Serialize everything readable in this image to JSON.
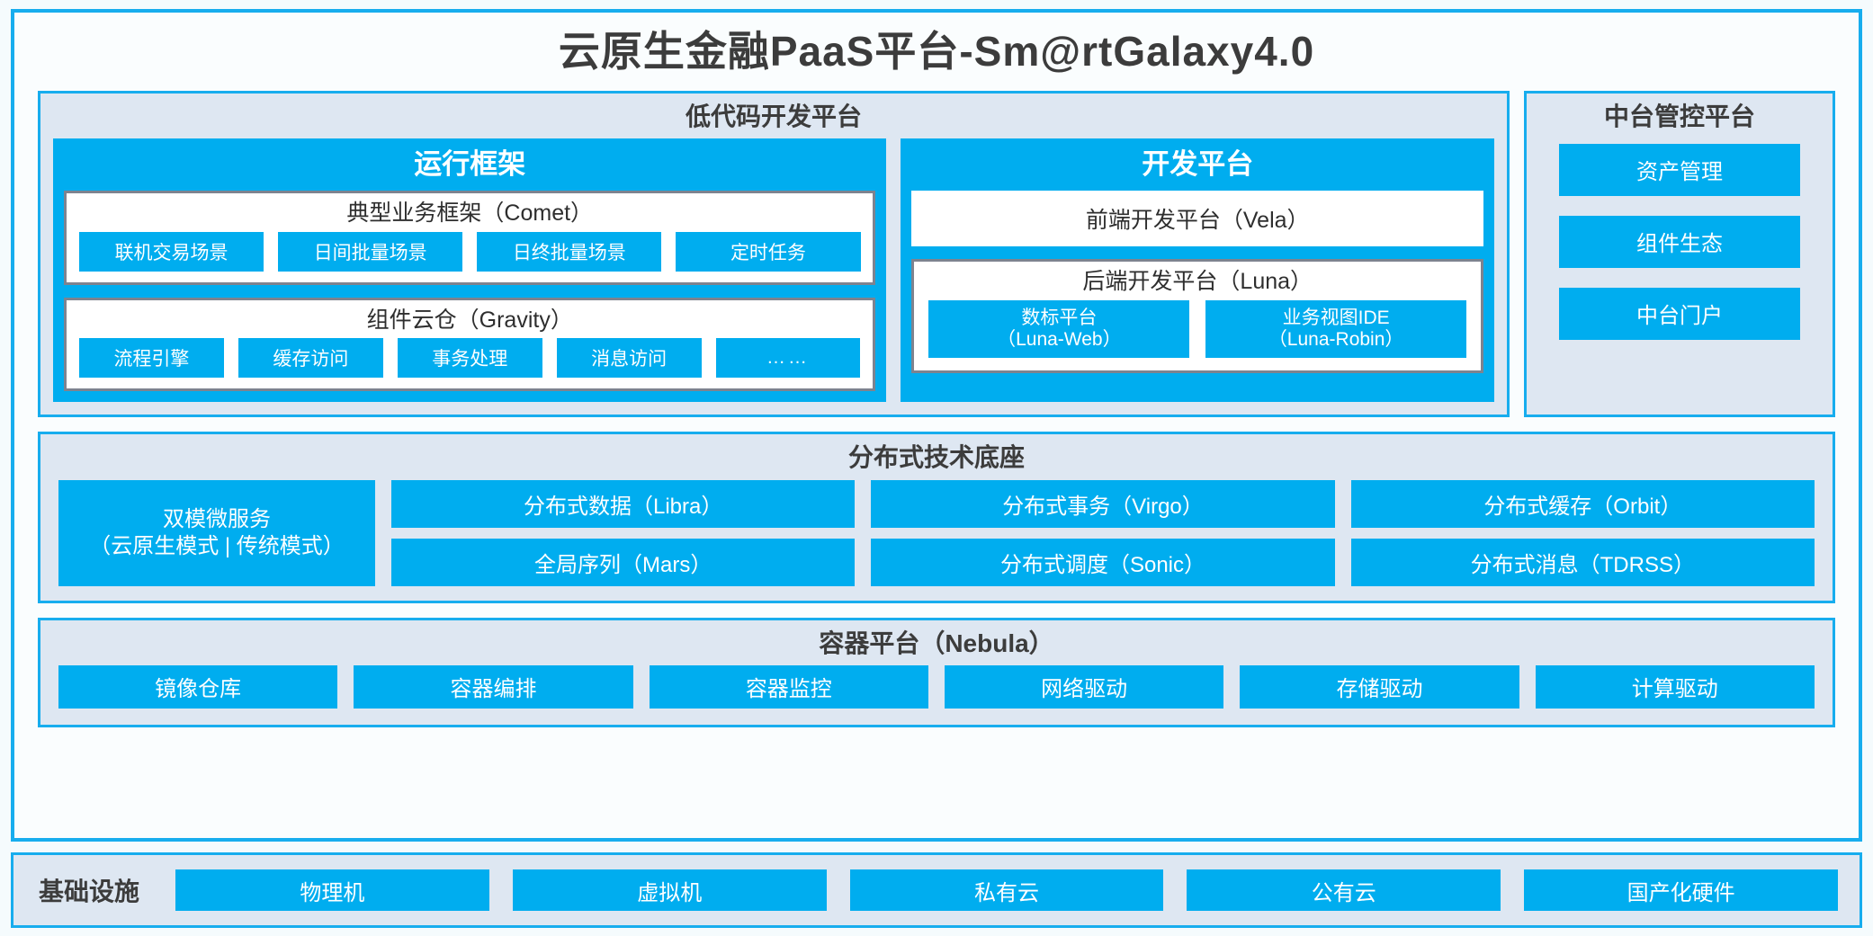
{
  "title": "云原生金融PaaS平台-Sm@rtGalaxy4.0",
  "colors": {
    "accent_blue": "#00ADEF",
    "border_blue": "#17ADEE",
    "panel_fill": "#DEE7F2",
    "box_border_gray": "#7E838F",
    "page_bg": "#F5FBFD"
  },
  "low_code": {
    "title": "低代码开发平台",
    "runtime": {
      "title": "运行框架",
      "comet": {
        "title": "典型业务框架（Comet）",
        "items": [
          "联机交易场景",
          "日间批量场景",
          "日终批量场景",
          "定时任务"
        ]
      },
      "gravity": {
        "title": "组件云仓（Gravity）",
        "items": [
          "流程引擎",
          "缓存访问",
          "事务处理",
          "消息访问",
          "……"
        ]
      }
    },
    "dev_platform": {
      "title": "开发平台",
      "frontend": "前端开发平台（Vela）",
      "backend": {
        "title": "后端开发平台（Luna）",
        "items": [
          {
            "line1": "数标平台",
            "line2": "（Luna-Web）"
          },
          {
            "line1": "业务视图IDE",
            "line2": "（Luna-Robin）"
          }
        ]
      }
    }
  },
  "mgmt_platform": {
    "title": "中台管控平台",
    "items": [
      "资产管理",
      "组件生态",
      "中台门户"
    ]
  },
  "distributed": {
    "title": "分布式技术底座",
    "dual_mode": {
      "line1": "双模微服务",
      "line2": "（云原生模式 | 传统模式）"
    },
    "columns": [
      [
        "分布式数据（Libra）",
        "全局序列（Mars）"
      ],
      [
        "分布式事务（Virgo）",
        "分布式调度（Sonic）"
      ],
      [
        "分布式缓存（Orbit）",
        "分布式消息（TDRSS）"
      ]
    ]
  },
  "container": {
    "title": "容器平台（Nebula）",
    "items": [
      "镜像仓库",
      "容器编排",
      "容器监控",
      "网络驱动",
      "存储驱动",
      "计算驱动"
    ]
  },
  "infrastructure": {
    "label": "基础设施",
    "items": [
      "物理机",
      "虚拟机",
      "私有云",
      "公有云",
      "国产化硬件"
    ]
  }
}
